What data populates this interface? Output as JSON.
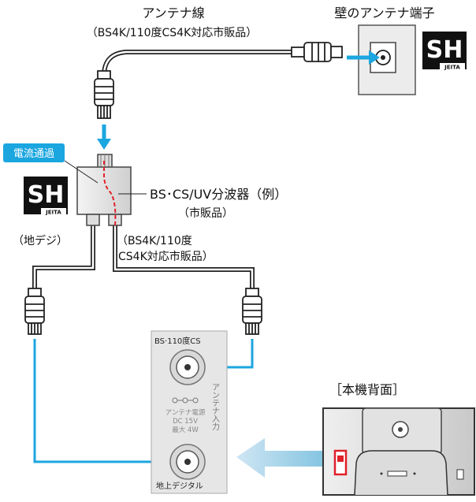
{
  "antenna_cable": {
    "title": "アンテナ線",
    "subtitle": "（BS4K/110度CS4K対応市販品）"
  },
  "wall_outlet": {
    "label": "壁のアンテナ端子"
  },
  "current_flow": {
    "label": "電流通過"
  },
  "splitter": {
    "title": "BS･CS/UV分波器（例）",
    "subtitle": "（市販品）"
  },
  "terrestrial": {
    "label": "（地デジ）"
  },
  "bs_cable": {
    "line1": "（BS4K/110度",
    "line2": "CS4K対応市販品）"
  },
  "sh_mark": {
    "big": "SH",
    "small": "JEITA"
  },
  "panel": {
    "bs_label": "BS·110度CS",
    "vertical_label": "アンテナ入力",
    "power_line1": "アンテナ電源",
    "power_line2": "DC 15V",
    "power_line3": "最大 4W",
    "terrestrial_label": "地上デジタル"
  },
  "tv_back": {
    "label": "［本機背面］"
  },
  "colors": {
    "arrow": "#1ba6e0",
    "current": "#e0202a",
    "cable": "#2a2a2a"
  }
}
